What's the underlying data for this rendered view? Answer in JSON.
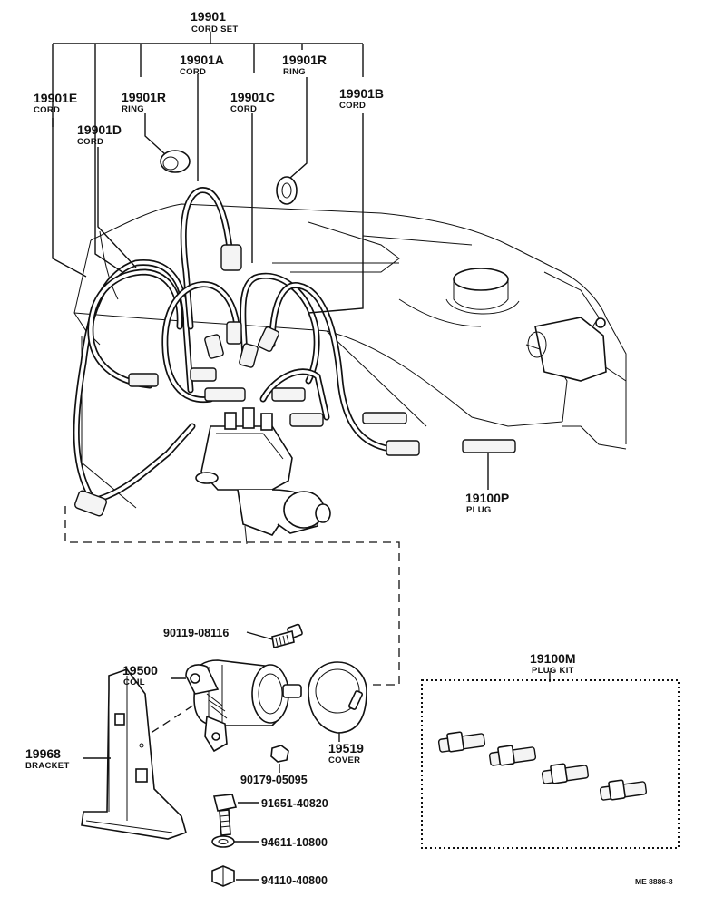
{
  "parts": {
    "cord_set": {
      "number": "19901",
      "name": "CORD SET"
    },
    "cord_a": {
      "number": "19901A",
      "name": "CORD"
    },
    "ring_right": {
      "number": "19901R",
      "name": "RING"
    },
    "cord_e": {
      "number": "19901E",
      "name": "CORD"
    },
    "ring_left": {
      "number": "19901R",
      "name": "RING"
    },
    "cord_c": {
      "number": "19901C",
      "name": "CORD"
    },
    "cord_b": {
      "number": "19901B",
      "name": "CORD"
    },
    "cord_d": {
      "number": "19901D",
      "name": "CORD"
    },
    "plug": {
      "number": "19100P",
      "name": "PLUG"
    },
    "bolt_top": {
      "number": "90119-08116"
    },
    "coil": {
      "number": "19500",
      "name": "COIL"
    },
    "plug_kit": {
      "number": "19100M",
      "name": "PLUG KIT"
    },
    "bracket": {
      "number": "19968",
      "name": "BRACKET"
    },
    "cover": {
      "number": "19519",
      "name": "COVER"
    },
    "nut_small": {
      "number": "90179-05095"
    },
    "bolt": {
      "number": "91651-40820"
    },
    "washer": {
      "number": "94611-10800"
    },
    "nut": {
      "number": "94110-40800"
    }
  },
  "drawing_ref": "ME 8886-8"
}
